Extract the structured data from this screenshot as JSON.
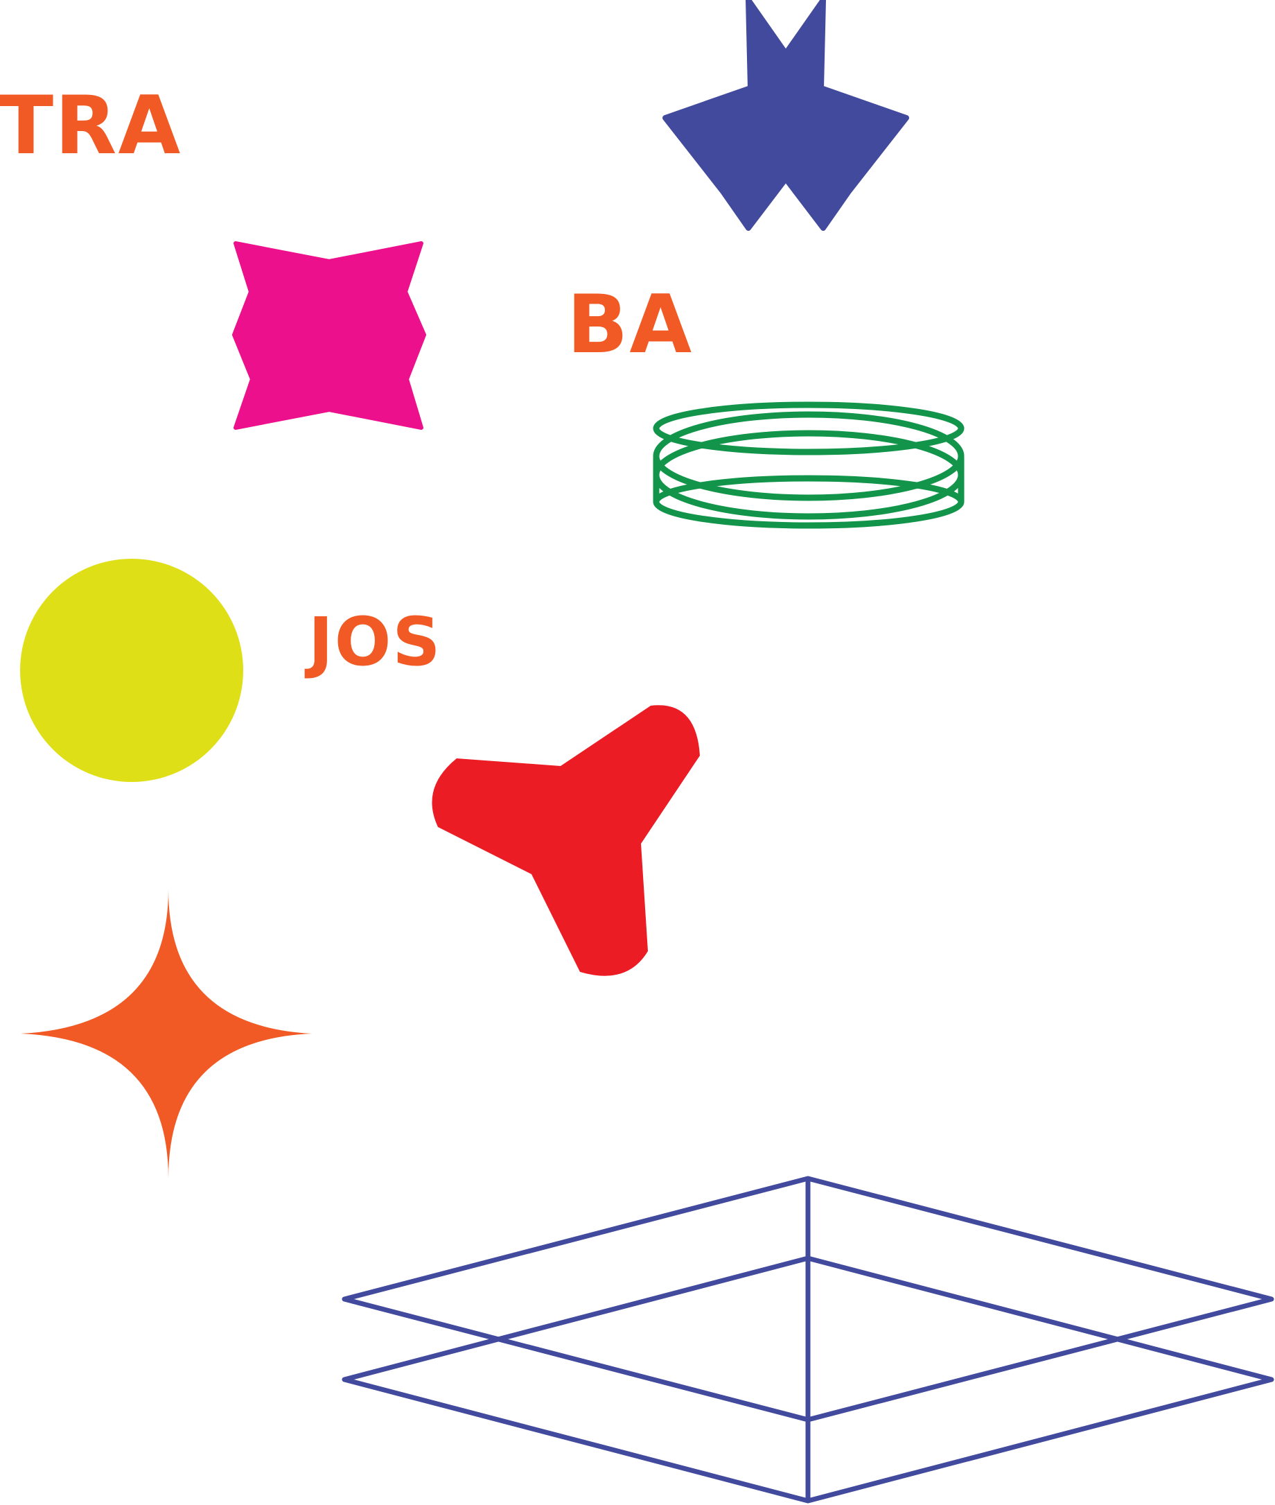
{
  "words": {
    "tra": "TRA",
    "ba": "BA",
    "jos": "JOS"
  },
  "colors": {
    "text": "#F15A24",
    "star_burst": "#424A9E",
    "pink_shape": "#EC108C",
    "green_ring": "#12954A",
    "yellow_circle": "#DFDF18",
    "red_shape": "#EC1C24",
    "orange_sparkle": "#F15A24",
    "wire_frame": "#424A9E"
  },
  "shapes": [
    "star-burst-icon",
    "pink-bowtie-shape",
    "green-ring-outline",
    "yellow-circle",
    "red-tripod-shape",
    "orange-sparkle-icon",
    "wire-frame-diamond"
  ]
}
